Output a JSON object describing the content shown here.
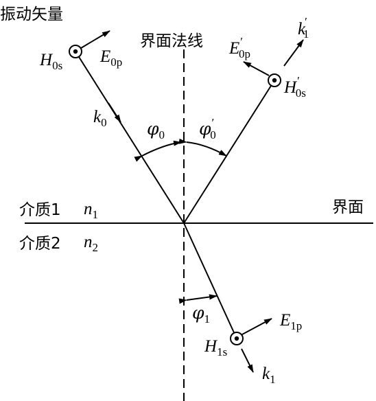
{
  "labels": {
    "vibration_vector": "振动矢量",
    "interface_normal": "界面法线",
    "interface": "界面",
    "medium1": "介质1",
    "medium2": "介质2",
    "n1_main": "n",
    "n1_sub": "1",
    "n2_main": "n",
    "n2_sub": "2",
    "k0_main": "k",
    "k0_sub": "0",
    "k1r_main": "k",
    "k1r_sub": "1",
    "k1r_prime": "′",
    "k1t_main": "k",
    "k1t_sub": "1",
    "H0s_main": "H",
    "H0s_sub": "0s",
    "E0p_main": "E",
    "E0p_sub": "0p",
    "H0sr_main": "H",
    "H0sr_sub": "0s",
    "H0sr_prime": "′",
    "E0pr_main": "E",
    "E0pr_sub": "0p",
    "E0pr_prime": "′",
    "H1s_main": "H",
    "H1s_sub": "1s",
    "E1p_main": "E",
    "E1p_sub": "1p",
    "phi0_main": "φ",
    "phi0_sub": "0",
    "phi0r_main": "φ",
    "phi0r_sub": "0",
    "phi0r_prime": "′",
    "phi1_main": "φ",
    "phi1_sub": "1"
  },
  "icons": [
    "field-out-of-page-symbol",
    "arrow-head"
  ]
}
